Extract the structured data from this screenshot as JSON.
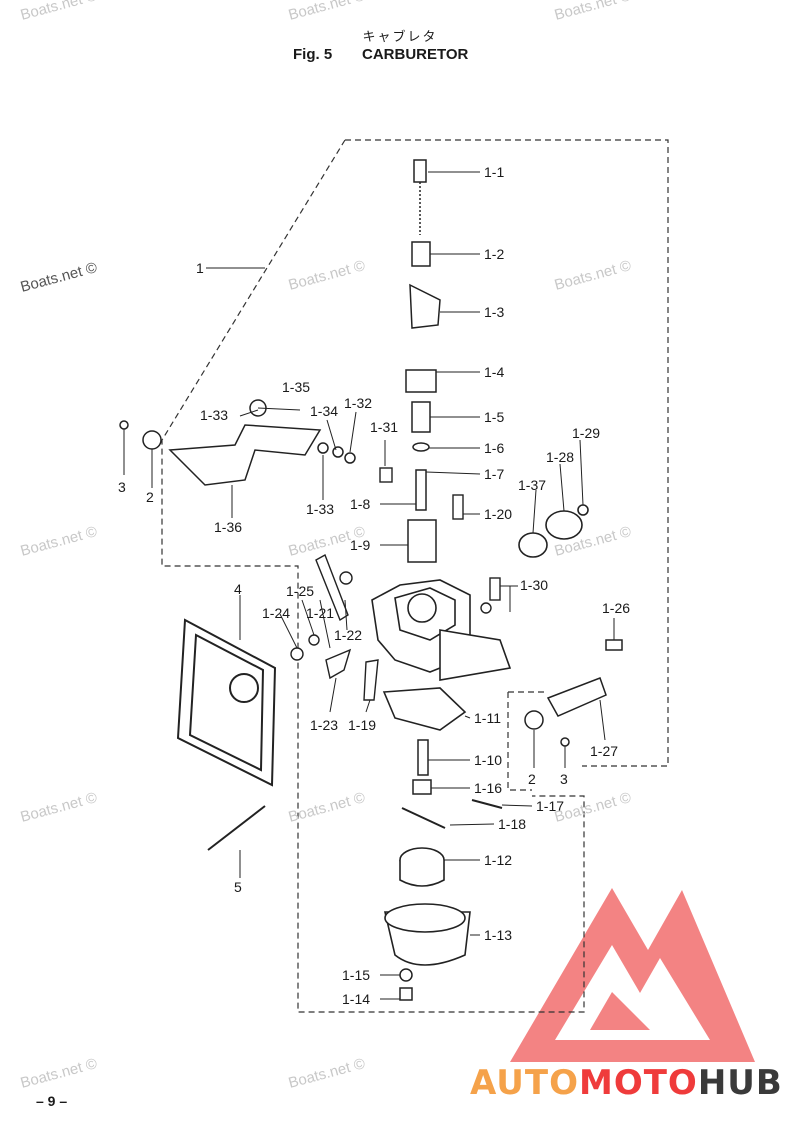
{
  "header": {
    "title_jp": "キャブレタ",
    "figure": "Fig. 5",
    "title": "CARBURETOR"
  },
  "page_number": "– 9 –",
  "watermark": "Boats.net ©",
  "brand": {
    "part1": "AUTO",
    "part2": "MOTO",
    "part3": "HUB",
    "colors": {
      "auto": "#f5a24a",
      "moto": "#ef3b3b",
      "hub": "#3a3a3a",
      "logo": "#ef3b3b"
    }
  },
  "callouts": [
    "1-1",
    "1-2",
    "1-3",
    "1-4",
    "1-5",
    "1-6",
    "1-7",
    "1-8",
    "1-9",
    "1-10",
    "1-11",
    "1-12",
    "1-13",
    "1-14",
    "1-15",
    "1-16",
    "1-17",
    "1-18",
    "1-19",
    "1-20",
    "1-21",
    "1-22",
    "1-23",
    "1-24",
    "1-25",
    "1-26",
    "1-27",
    "1-28",
    "1-29",
    "1-30",
    "1-31",
    "1-32",
    "1-33",
    "1-34",
    "1-35",
    "1-36",
    "1-37",
    "1",
    "2",
    "3",
    "4",
    "5"
  ]
}
